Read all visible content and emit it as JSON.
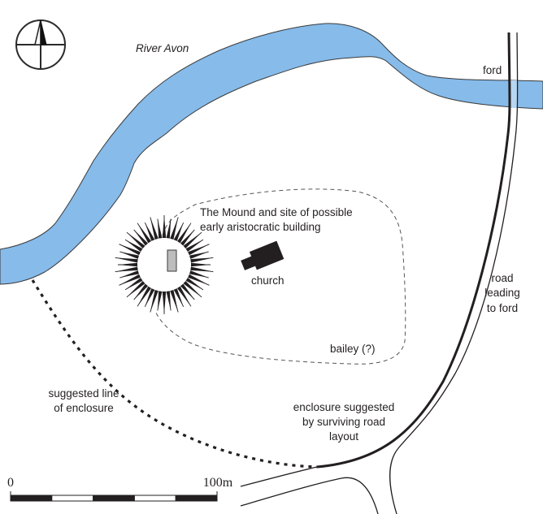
{
  "map": {
    "title": "",
    "colors": {
      "river": "#86bbea",
      "river_edge": "#3a3a3a",
      "ford_water": "#b6d6f2",
      "ink": "#231f20",
      "building": "#bdbdbd",
      "bailey_line": "#555555"
    },
    "north_arrow": {
      "icon": "north-arrow-compass-icon"
    },
    "labels": {
      "river": "River Avon",
      "ford": "ford",
      "mound_line1": "The Mound and site of possible",
      "mound_line2": "early aristocratic building",
      "church": "church",
      "bailey": "bailey (?)",
      "road_line1": "road",
      "road_line2": "leading",
      "road_line3": "to ford",
      "suggested_line1": "suggested line",
      "suggested_line2": "of enclosure",
      "enclosure_line1": "enclosure suggested",
      "enclosure_line2": "by surviving road",
      "enclosure_line3": "layout"
    },
    "scale_bar": {
      "start_label": "0",
      "end_label": "100m",
      "distance_m": 100,
      "segments": 5
    },
    "legend_features": [
      "River Avon",
      "ford",
      "The Mound",
      "church",
      "bailey (?)",
      "road leading to ford",
      "suggested line of enclosure",
      "enclosure suggested by surviving road layout"
    ]
  }
}
